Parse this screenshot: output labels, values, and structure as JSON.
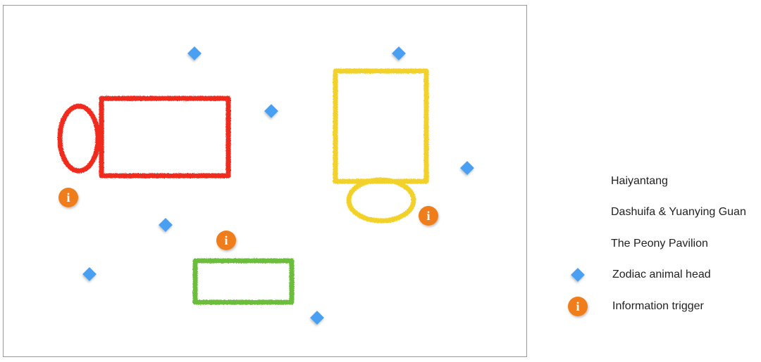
{
  "colors": {
    "haiyantang": "#f02a1e",
    "dashuifa": "#f2d22a",
    "peony": "#6cbd3a",
    "zodiac": "#4a9ff2",
    "info": "#f07d1a",
    "frame": "#9a9a9a"
  },
  "legend": {
    "haiyantang": "Haiyantang",
    "dashuifa": "Dashuifa & Yuanying Guan",
    "peony": "The Peony Pavilion",
    "zodiac": "Zodiac animal head",
    "info": "Information trigger"
  },
  "marker_glyphs": {
    "info": "i"
  },
  "icons": {
    "zodiac": "blue-diamond",
    "info": "orange-info-circle"
  }
}
